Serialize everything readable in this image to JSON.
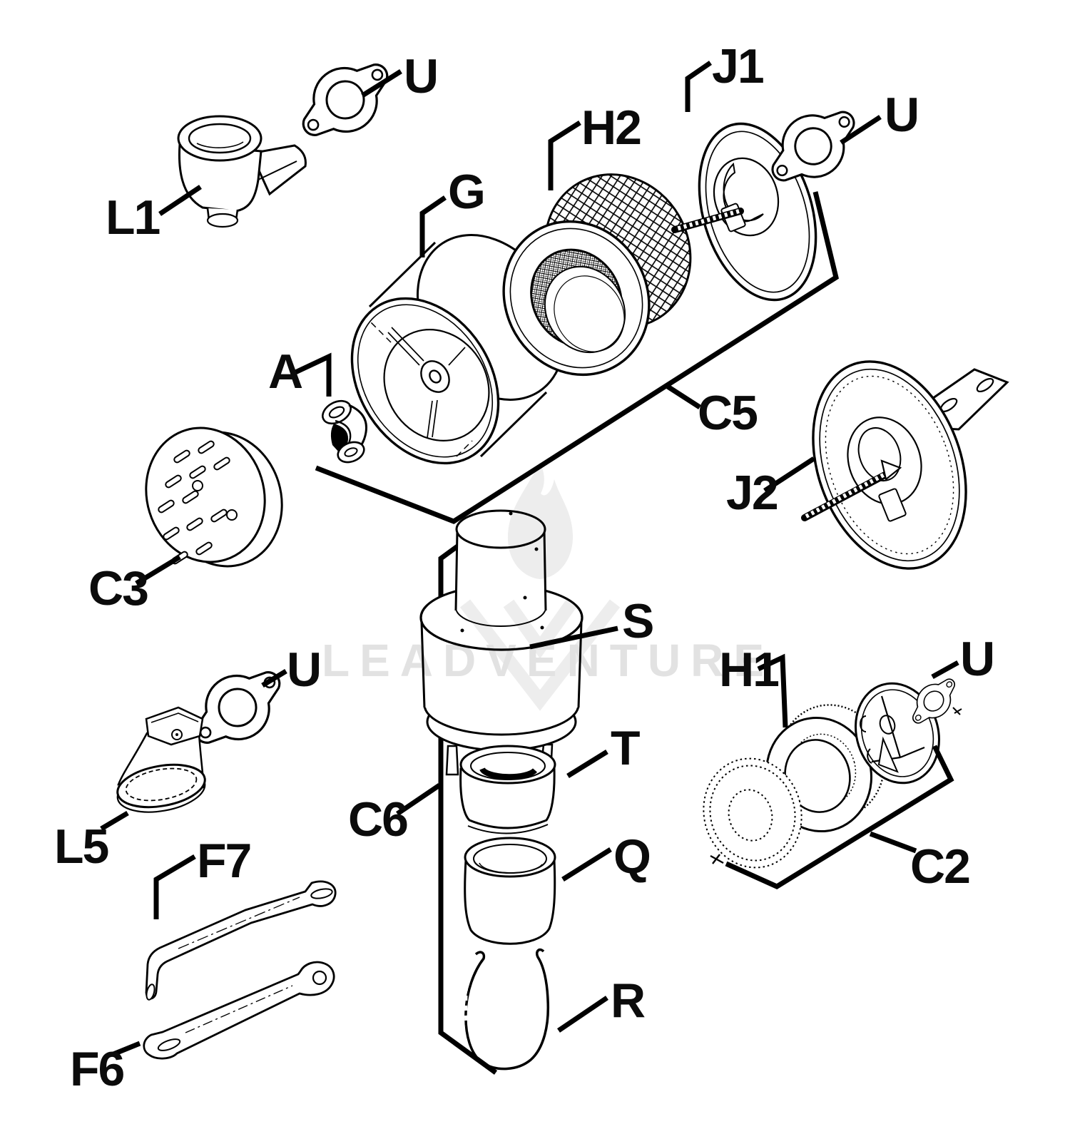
{
  "page": {
    "background_color": "#ffffff",
    "line_color": "#000000"
  },
  "watermark": {
    "text": "LEADVENTURE",
    "color": "#e2e2e2",
    "logo": "flame-v-mark"
  },
  "diagram": {
    "type": "exploded-parts-diagram",
    "callouts": [
      {
        "id": "u-gasket-top-left",
        "label": "U"
      },
      {
        "id": "l1",
        "label": "L1"
      },
      {
        "id": "g",
        "label": "G"
      },
      {
        "id": "h2",
        "label": "H2"
      },
      {
        "id": "j1",
        "label": "J1"
      },
      {
        "id": "u-gasket-top-right",
        "label": "U"
      },
      {
        "id": "c5",
        "label": "C5"
      },
      {
        "id": "j2",
        "label": "J2"
      },
      {
        "id": "a",
        "label": "A"
      },
      {
        "id": "c3",
        "label": "C3"
      },
      {
        "id": "u-gasket-mid-left",
        "label": "U"
      },
      {
        "id": "l5",
        "label": "L5"
      },
      {
        "id": "f7",
        "label": "F7"
      },
      {
        "id": "f6",
        "label": "F6"
      },
      {
        "id": "c6",
        "label": "C6"
      },
      {
        "id": "s",
        "label": "S"
      },
      {
        "id": "t",
        "label": "T"
      },
      {
        "id": "q",
        "label": "Q"
      },
      {
        "id": "r",
        "label": "R"
      },
      {
        "id": "h1",
        "label": "H1"
      },
      {
        "id": "u-gasket-bottom-right",
        "label": "U"
      },
      {
        "id": "c2",
        "label": "C2"
      }
    ]
  }
}
